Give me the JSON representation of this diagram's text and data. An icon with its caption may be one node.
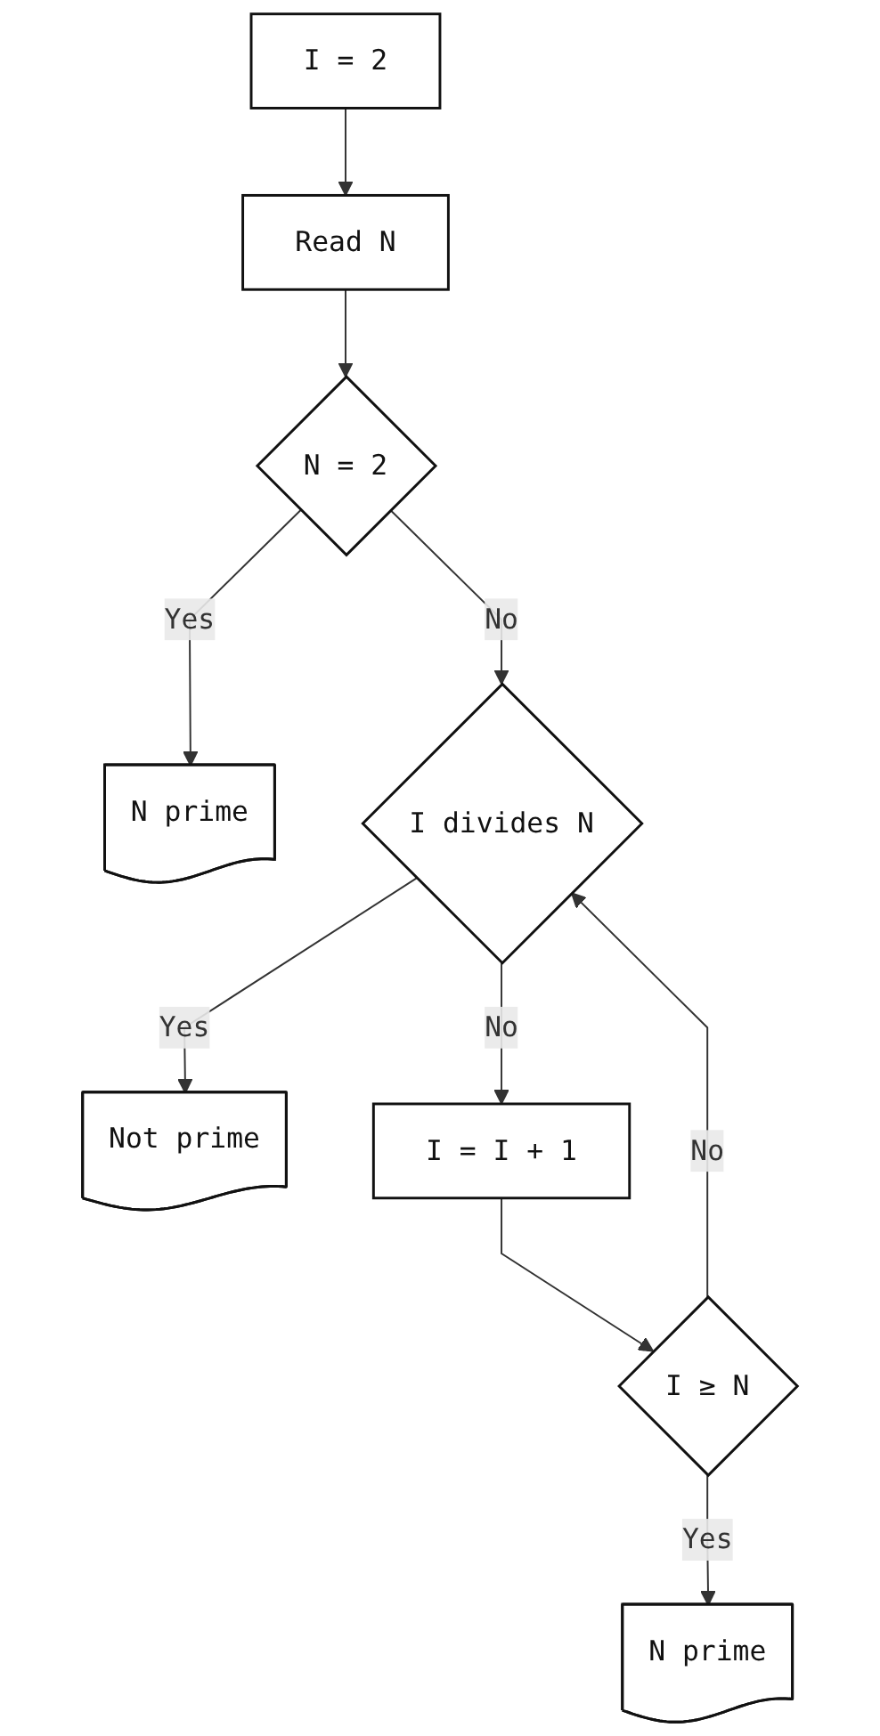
{
  "diagram": {
    "nodes": [
      {
        "text": [
          "I = 2"
        ]
      },
      {
        "text": [
          "Read N"
        ]
      },
      {
        "text": [
          "N = 2"
        ]
      },
      {
        "text": [
          "N prime"
        ]
      },
      {
        "text": [
          "I divides N"
        ]
      },
      {
        "text": [
          "Not prime"
        ]
      },
      {
        "text": [
          "I = I + 1"
        ]
      },
      {
        "text": [
          "I ≥ N"
        ]
      },
      {
        "text": [
          "N prime"
        ]
      }
    ],
    "edges": [
      {
        "from": 0,
        "to": 1,
        "arrow": "to"
      },
      {
        "from": 1,
        "to": 2,
        "arrow": "to"
      },
      {
        "from": 2,
        "to": 3,
        "arrow": "to",
        "label": "Yes"
      },
      {
        "from": 2,
        "to": 4,
        "arrow": "to",
        "label": "No"
      },
      {
        "from": 4,
        "to": 5,
        "arrow": "to",
        "label": "Yes"
      },
      {
        "from": 4,
        "to": 6,
        "arrow": "to",
        "label": "No"
      },
      {
        "from": 6,
        "to": 7,
        "arrow": "to"
      },
      {
        "from": 7,
        "to": 4,
        "arrow": "to",
        "label": "No"
      },
      {
        "from": 7,
        "to": 8,
        "arrow": "to",
        "label": "Yes"
      }
    ]
  }
}
